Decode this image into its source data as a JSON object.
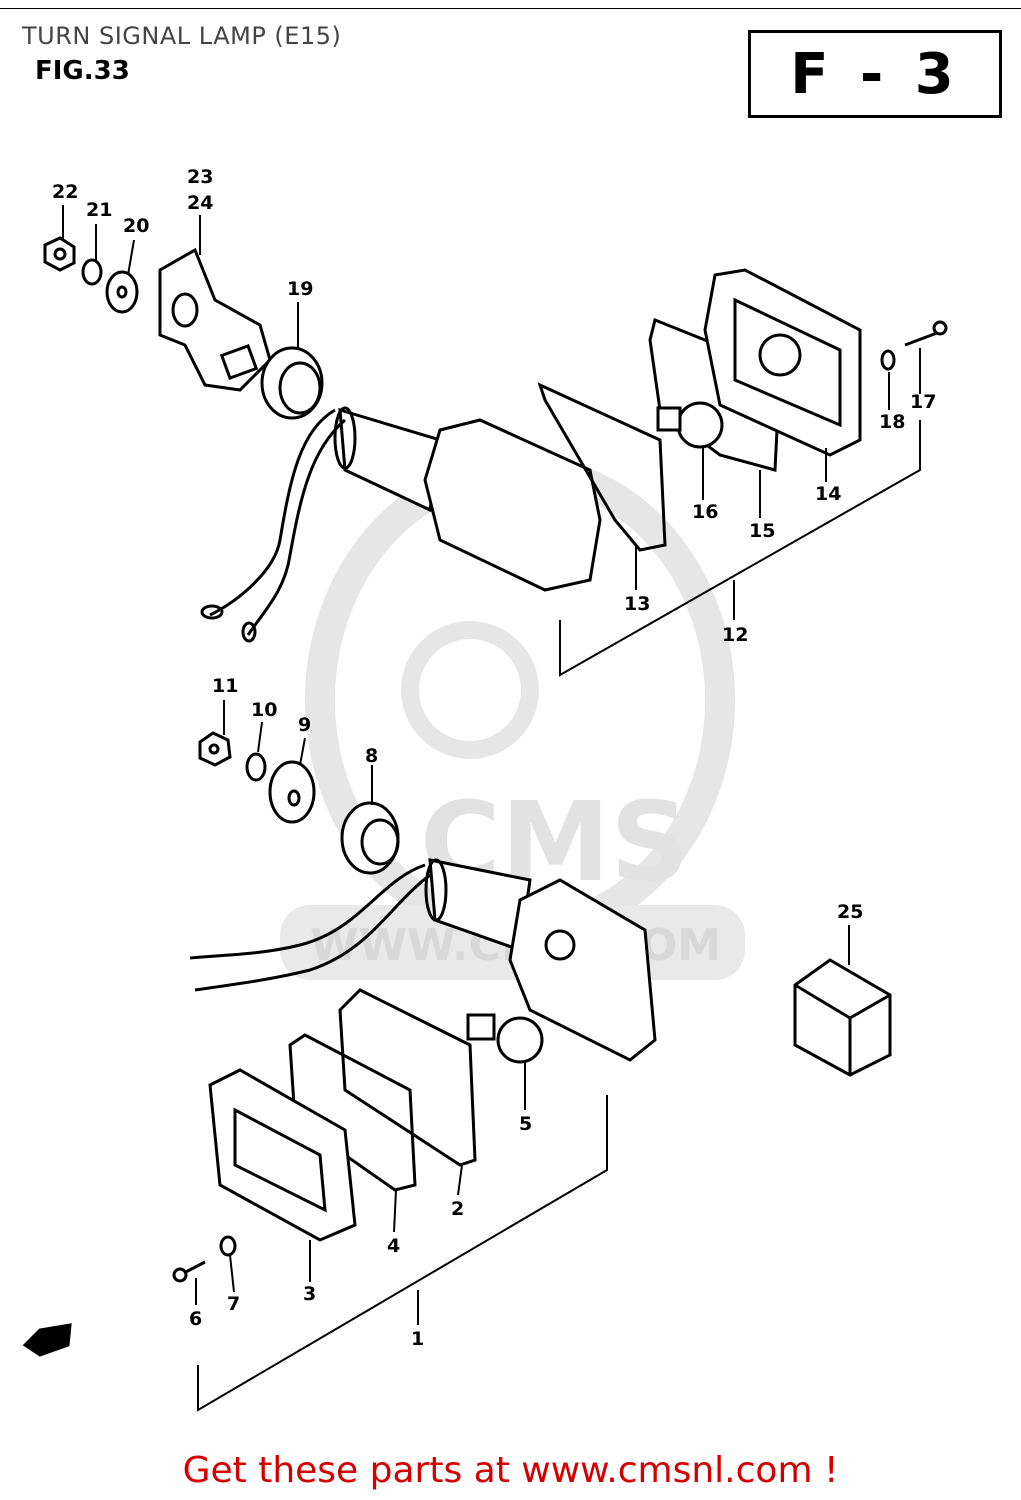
{
  "title": "TURN SIGNAL LAMP (E15)",
  "figure": "FIG.33",
  "page_code": "F - 3",
  "watermark": "WWW.CM",
  "watermark_right": "OM",
  "footer": "Get these parts at www.cmsnl.com !",
  "callouts": [
    "1",
    "2",
    "3",
    "4",
    "5",
    "6",
    "7",
    "8",
    "9",
    "10",
    "11",
    "12",
    "13",
    "14",
    "15",
    "16",
    "17",
    "18",
    "19",
    "20",
    "21",
    "22",
    "23",
    "24",
    "25"
  ]
}
